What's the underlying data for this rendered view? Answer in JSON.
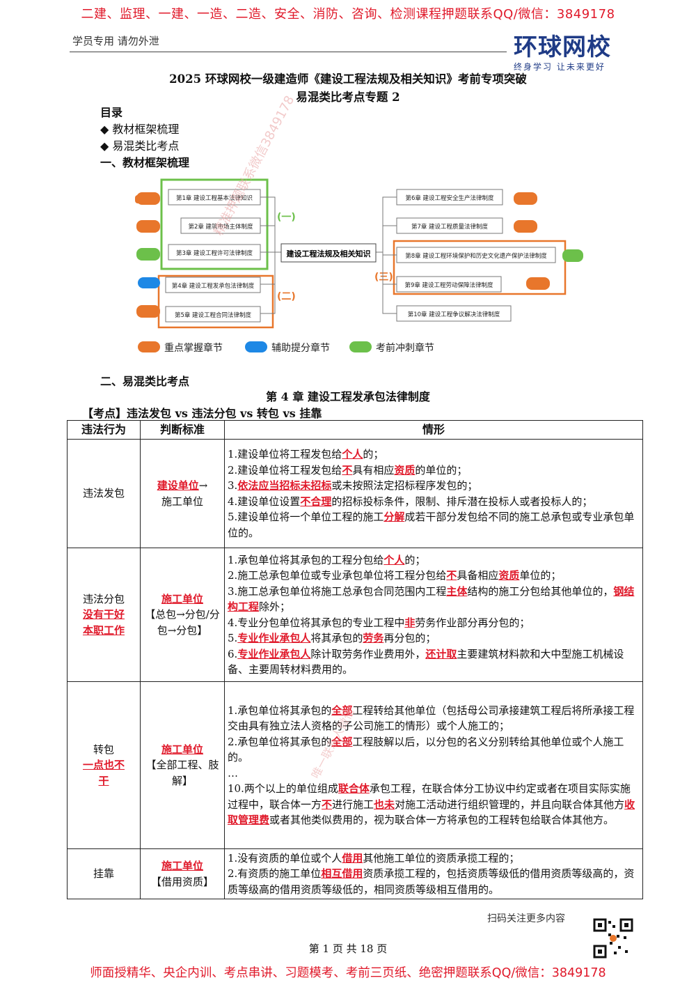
{
  "banner_top": "二建、监理、一建、一造、二造、安全、消防、咨询、检测课程押题联系QQ/微信：3849178",
  "subtag": "学员专用  请勿外泄",
  "logo": {
    "name": "环球网校",
    "slogan": "终身学习 让未来更好"
  },
  "title_line1": "2025 环球网校一级建造师《建设工程法规及相关知识》考前专项突破",
  "title_line2": "易混类比考点专题 2",
  "toc": {
    "heading": "目录",
    "items": [
      "◆ 教材框架梳理",
      "◆ 易混类比考点"
    ]
  },
  "section1": "一、教材框架梳理",
  "mindmap": {
    "center": "建设工程法规及相关知识",
    "left": [
      "第1章 建设工程基本法律知识",
      "第2章 建筑市场主体制度",
      "第3章 建设工程许可法律制度",
      "第4章 建设工程发承包法律制度",
      "第5章 建设工程合同法律制度"
    ],
    "right": [
      "第6章 建设工程安全生产法律制度",
      "第7章 建设工程质量法律制度",
      "第8章 建设工程环境保护和历史文化遗产保护法律制度",
      "第9章 建设工程劳动保障法律制度",
      "第10章 建设工程争议解决法律制度"
    ],
    "group1": "(一)",
    "group2": "(二)",
    "group3": "(三)",
    "legend": [
      "重点掌握章节",
      "辅助提分章节",
      "考前冲刺章节"
    ],
    "colors": {
      "orange": "#e8762b",
      "blue": "#1e88e5",
      "green": "#6cc04a"
    }
  },
  "section2": "二、易混类比考点",
  "chapter": "第 4 章  建设工程发承包法律制度",
  "kaodian": "【考点】违法发包 vs 违法分包 vs 转包 vs 挂靠",
  "table": {
    "headers": [
      "违法行为",
      "判断标准",
      "情形"
    ]
  },
  "watermark": "精准押题联系微信3849178",
  "watermark2": "唯一联系人微信",
  "page_footer": "第 1 页 共 18 页",
  "scan_text": "扫码关注更多内容",
  "banner_bottom": "师面授精华、央企内训、考点串讲、习题模考、考前三页纸、绝密押题联系QQ/微信：3849178"
}
